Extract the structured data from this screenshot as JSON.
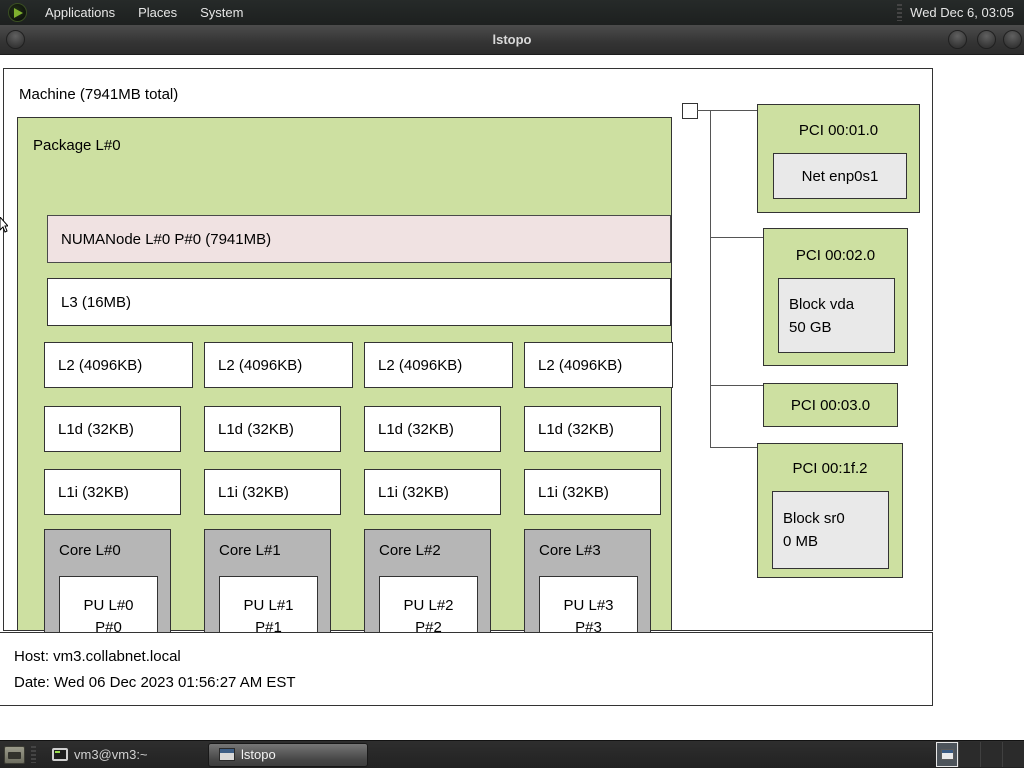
{
  "menubar": {
    "items": [
      "Applications",
      "Places",
      "System"
    ],
    "clock": "Wed Dec 6, 03:05"
  },
  "window": {
    "title": "lstopo"
  },
  "machine": {
    "label": "Machine (7941MB total)"
  },
  "package": {
    "label": "Package L#0",
    "numanode": "NUMANode L#0 P#0 (7941MB)",
    "l3": "L3 (16MB)",
    "l2": [
      "L2 (4096KB)",
      "L2 (4096KB)",
      "L2 (4096KB)",
      "L2 (4096KB)"
    ],
    "l1d": [
      "L1d (32KB)",
      "L1d (32KB)",
      "L1d (32KB)",
      "L1d (32KB)"
    ],
    "l1i": [
      "L1i (32KB)",
      "L1i (32KB)",
      "L1i (32KB)",
      "L1i (32KB)"
    ],
    "cores": [
      {
        "label": "Core L#0",
        "pu1": "PU L#0",
        "pu2": "P#0"
      },
      {
        "label": "Core L#1",
        "pu1": "PU L#1",
        "pu2": "P#1"
      },
      {
        "label": "Core L#2",
        "pu1": "PU L#2",
        "pu2": "P#2"
      },
      {
        "label": "Core L#3",
        "pu1": "PU L#3",
        "pu2": "P#3"
      }
    ]
  },
  "pci": [
    {
      "label": "PCI 00:01.0",
      "dev1": "Net enp0s1"
    },
    {
      "label": "PCI 00:02.0",
      "dev1": "Block vda",
      "dev2": "50 GB"
    },
    {
      "label": "PCI 00:03.0"
    },
    {
      "label": "PCI 00:1f.2",
      "dev1": "Block sr0",
      "dev2": "0 MB"
    }
  ],
  "legend": {
    "host": "Host: vm3.collabnet.local",
    "date": "Date: Wed 06 Dec 2023 01:56:27 AM EST"
  },
  "taskbar": {
    "tasks": [
      {
        "label": "vm3@vm3:~"
      },
      {
        "label": "lstopo"
      }
    ]
  },
  "colors": {
    "box_green": "#cde0a1",
    "numa_pink": "#f0e2e2",
    "core_gray": "#b6b6b6",
    "device_gray": "#e9e9e9"
  }
}
